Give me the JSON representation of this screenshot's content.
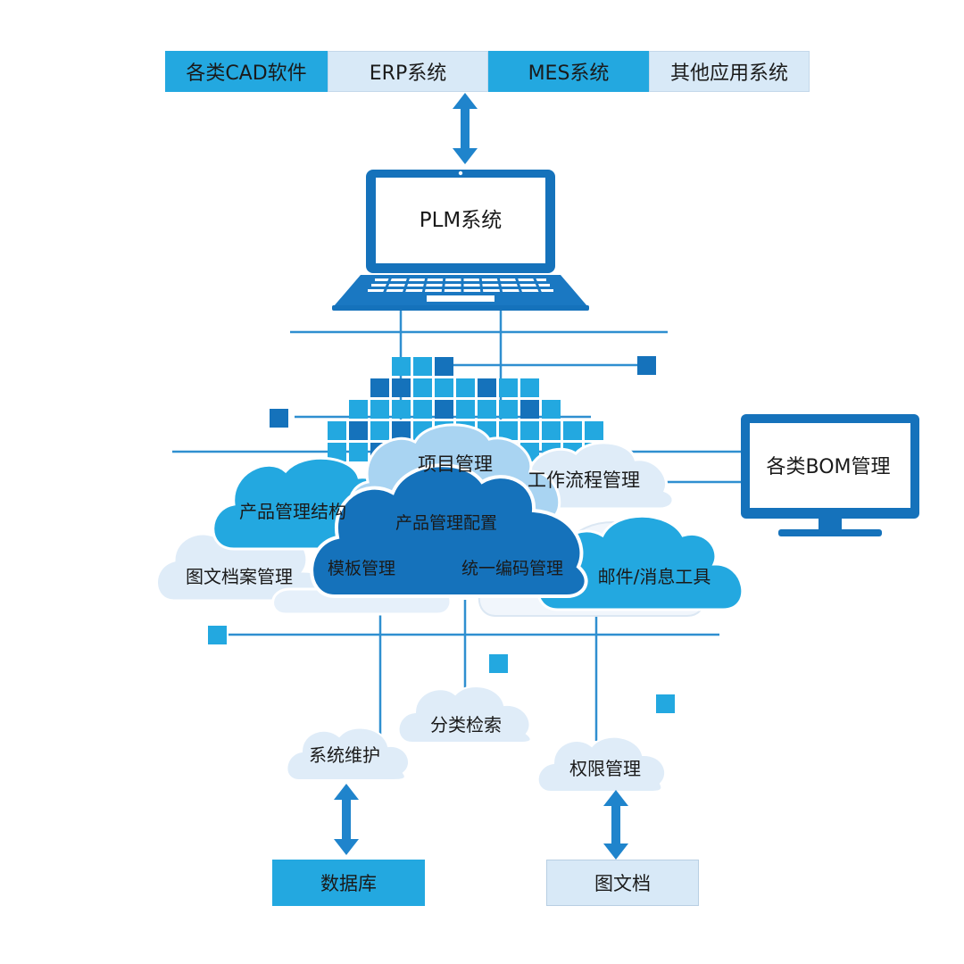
{
  "top_systems": [
    {
      "label": "各类CAD软件",
      "style": "dark"
    },
    {
      "label": "ERP系统",
      "style": "light"
    },
    {
      "label": "MES系统",
      "style": "dark"
    },
    {
      "label": "其他应用系统",
      "style": "light"
    }
  ],
  "plm": {
    "label": "PLM系统"
  },
  "bom": {
    "label": "各类BOM管理"
  },
  "clouds": {
    "project": "项目管理",
    "workflow": "工作流程管理",
    "product_structure": "产品管理结构",
    "product_config": "产品管理配置",
    "template": "模板管理",
    "unified_code": "统一编码管理",
    "drawing_archive": "图文档案管理",
    "mail": "邮件/消息工具",
    "classify_search": "分类检索",
    "system_maintenance": "系统维护",
    "permission": "权限管理"
  },
  "bottom_stores": [
    {
      "label": "数据库",
      "style": "dark"
    },
    {
      "label": "图文档",
      "style": "light"
    }
  ],
  "colors": {
    "dark_blue": "#1572bb",
    "mid_blue": "#23a8e0",
    "light_blue": "#d8e9f7",
    "pale_cloud": "#dfecf8",
    "line_blue": "#2f8fd0"
  }
}
